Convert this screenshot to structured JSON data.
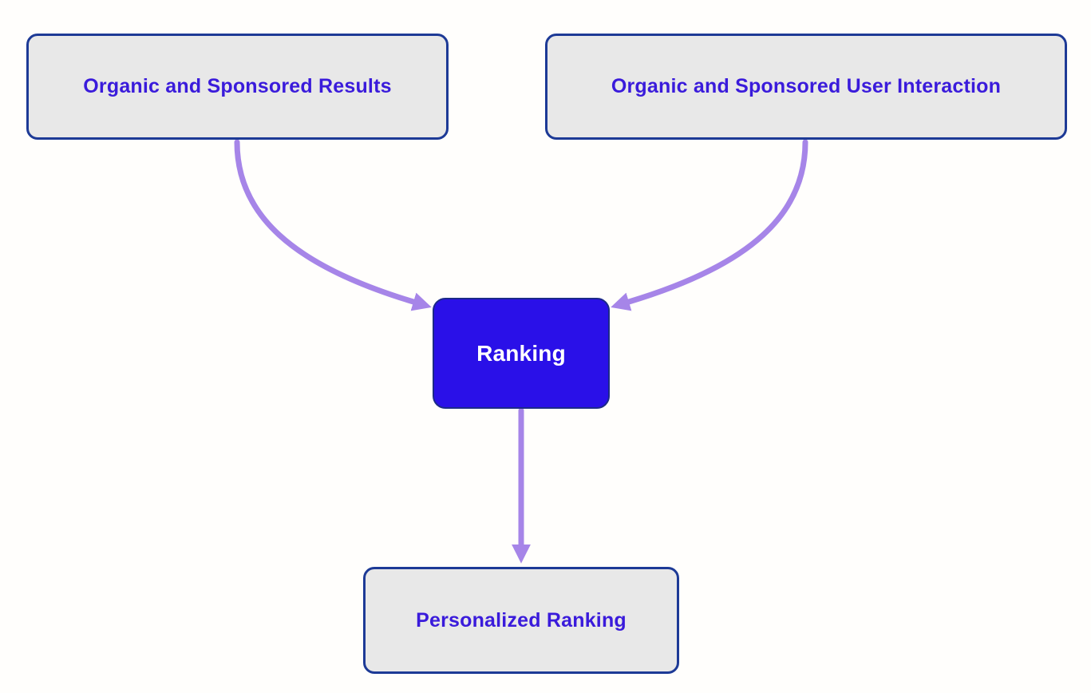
{
  "theme": {
    "background": "#fffefc",
    "node-fill": "#e8e8e8",
    "node-border": "#1d3a96",
    "node-text": "#3a1bdb",
    "accent-fill": "#2a10e8",
    "accent-border": "#1c2a88",
    "accent-text": "#ffffff",
    "arrow": "#a685e8"
  },
  "diagram": {
    "type": "flowchart",
    "direction": "top-down",
    "nodes": [
      {
        "id": "organic-sponsored-results",
        "label": "Organic and Sponsored Results",
        "style": "gray"
      },
      {
        "id": "organic-sponsored-user-interaction",
        "label": "Organic and Sponsored User Interaction",
        "style": "gray"
      },
      {
        "id": "ranking",
        "label": "Ranking",
        "style": "accent-blue"
      },
      {
        "id": "personalized-ranking",
        "label": "Personalized Ranking",
        "style": "gray"
      }
    ],
    "edges": [
      {
        "from": "organic-sponsored-results",
        "to": "ranking"
      },
      {
        "from": "organic-sponsored-user-interaction",
        "to": "ranking"
      },
      {
        "from": "ranking",
        "to": "personalized-ranking"
      }
    ]
  }
}
